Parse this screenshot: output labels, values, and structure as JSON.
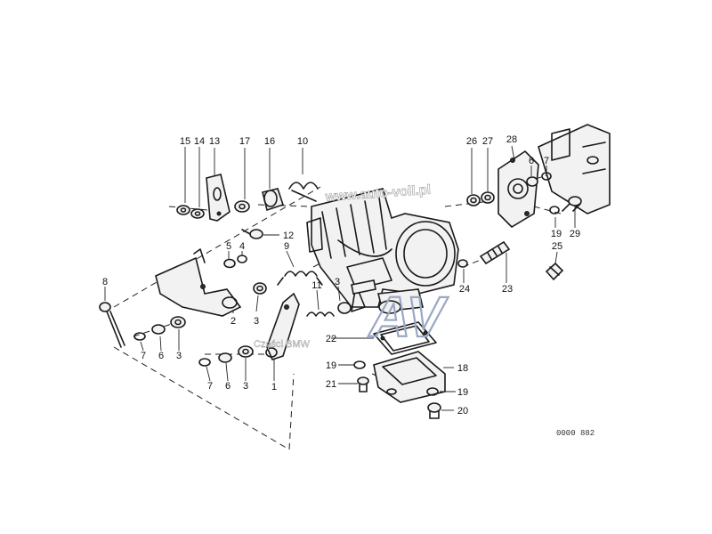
{
  "watermark": {
    "site": "www.auto-voll.pl",
    "tagline": "Części BMW",
    "logo_letters": "AV"
  },
  "catalog_number": "0000 882",
  "callouts": {
    "c1": "1",
    "c2": "2",
    "c3a": "3",
    "c3b": "3",
    "c3c": "3",
    "c3d": "3",
    "c4": "4",
    "c5": "5",
    "c6a": "6",
    "c6b": "6",
    "c6c": "6",
    "c7a": "7",
    "c7b": "7",
    "c7c": "7",
    "c8": "8",
    "c9": "9",
    "c10": "10",
    "c11": "11",
    "c12": "12",
    "c13": "13",
    "c14": "14",
    "c15": "15",
    "c16": "16",
    "c17": "17",
    "c18": "18",
    "c19a": "19",
    "c19b": "19",
    "c19c": "19",
    "c20": "20",
    "c21": "21",
    "c22": "22",
    "c23": "23",
    "c24": "24",
    "c25": "25",
    "c26": "26",
    "c27": "27",
    "c28": "28",
    "c29": "29"
  }
}
